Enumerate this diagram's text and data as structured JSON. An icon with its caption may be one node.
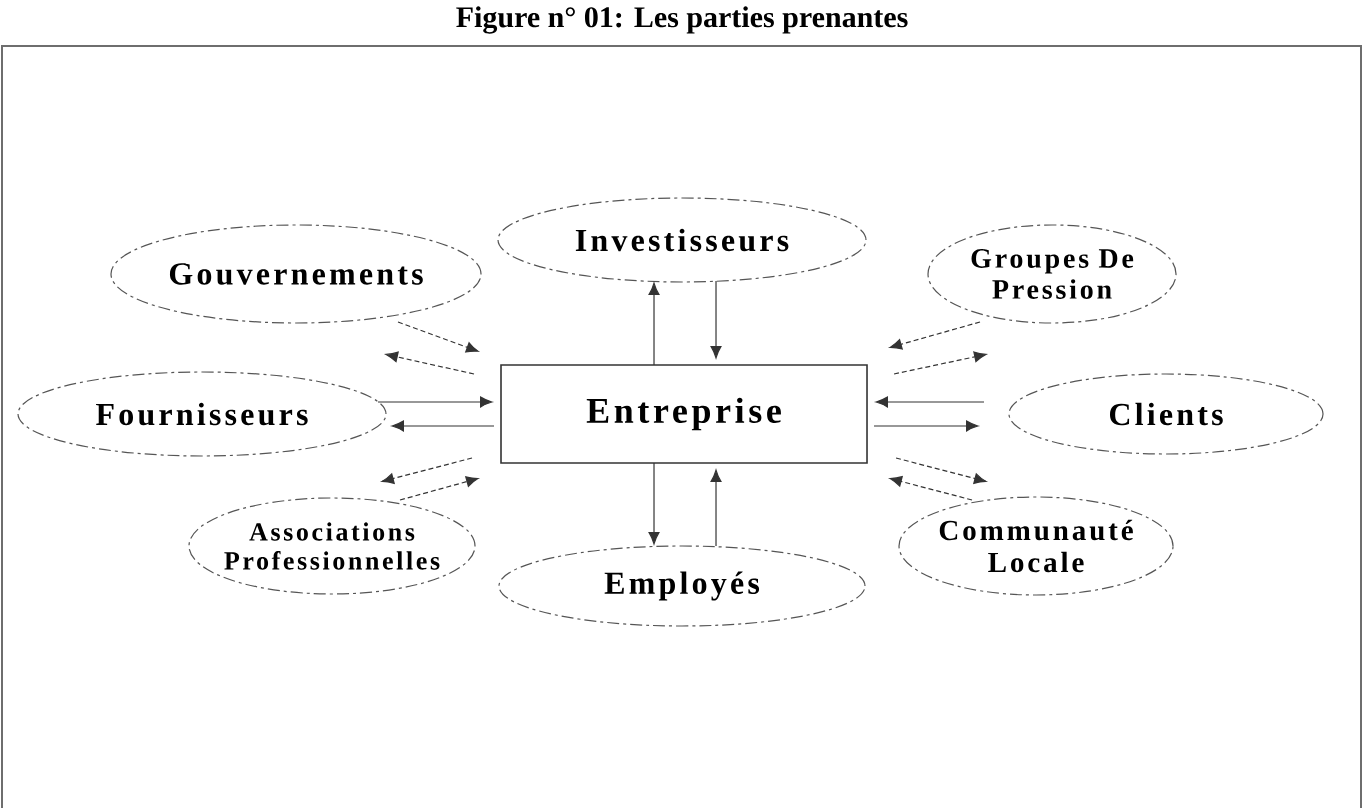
{
  "diagram": {
    "title": "Figure n° 01: Les parties prenantes",
    "nodes": [
      {
        "text": [
          "Investisseurs"
        ]
      },
      {
        "text": [
          "Gouvernements"
        ]
      },
      {
        "text": [
          "Groupes De Pression"
        ]
      },
      {
        "text": [
          "Fournisseurs"
        ]
      },
      {
        "text": [
          "Entreprise"
        ]
      },
      {
        "text": [
          "Clients"
        ]
      },
      {
        "text": [
          "Associations Professionnelles"
        ]
      },
      {
        "text": [
          "Communauté Locale"
        ]
      },
      {
        "text": [
          "Employés"
        ]
      }
    ],
    "edges": [
      {
        "from": 4,
        "to": 0,
        "arrow": "to"
      },
      {
        "from": 0,
        "to": 4,
        "arrow": "to"
      },
      {
        "from": 1,
        "to": 4,
        "arrow": "to",
        "style": "dashed"
      },
      {
        "from": 4,
        "to": 1,
        "arrow": "to",
        "style": "dashed"
      },
      {
        "from": 3,
        "to": 4,
        "arrow": "to"
      },
      {
        "from": 4,
        "to": 3,
        "arrow": "to"
      },
      {
        "from": 5,
        "to": 4,
        "arrow": "to"
      },
      {
        "from": 4,
        "to": 5,
        "arrow": "to"
      },
      {
        "from": 2,
        "to": 4,
        "arrow": "to",
        "style": "dashed"
      },
      {
        "from": 4,
        "to": 2,
        "arrow": "to",
        "style": "dashed"
      },
      {
        "from": 4,
        "to": 6,
        "arrow": "to",
        "style": "dashed"
      },
      {
        "from": 6,
        "to": 4,
        "arrow": "to",
        "style": "dashed"
      },
      {
        "from": 4,
        "to": 7,
        "arrow": "to",
        "style": "dashed"
      },
      {
        "from": 7,
        "to": 4,
        "arrow": "to",
        "style": "dashed"
      },
      {
        "from": 4,
        "to": 8,
        "arrow": "to"
      },
      {
        "from": 8,
        "to": 4,
        "arrow": "to"
      }
    ]
  }
}
